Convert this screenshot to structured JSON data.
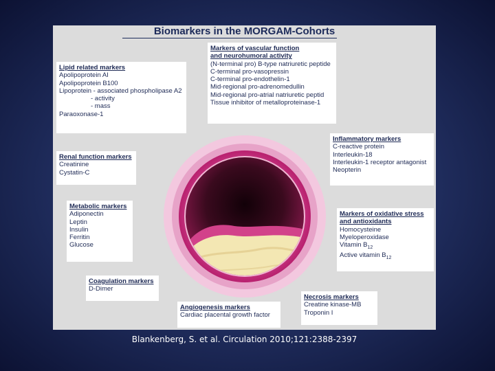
{
  "title": "Biomarkers in the MORGAM-Cohorts",
  "boxes": {
    "lipid": {
      "head": "Lipid related markers",
      "items": [
        "Apolipoprotein AI",
        "Apolipoprotein B100",
        "Lipoprotein - associated phospholipase A2",
        "- activity",
        "- mass",
        "Paraoxonase-1"
      ]
    },
    "vascular": {
      "head1": "Markers of vascular function",
      "head2": "and neurohumoral activity",
      "items": [
        "(N-terminal pro) B-type natriuretic peptide",
        "C-terminal pro-vasopressin",
        "C-terminal pro-endothelin-1",
        "Mid-regional pro-adrenomedullin",
        "Mid-regional pro-atrial natriuretic peptid",
        "Tissue inhibitor of metalloproteinase-1"
      ]
    },
    "inflammatory": {
      "head": "Inflammatory markers",
      "items": [
        "C-reactive protein",
        "Interleukin-18",
        "Interleukin-1 receptor antagonist",
        "Neopterin"
      ]
    },
    "renal": {
      "head": "Renal function markers",
      "items": [
        "Creatinine",
        "Cystatin-C"
      ]
    },
    "metabolic": {
      "head": "Metabolic markers",
      "items": [
        "Adiponectin",
        "Leptin",
        "Insulin",
        "Ferritin",
        "Glucose"
      ]
    },
    "oxidative": {
      "head1": "Markers of oxidative stress",
      "head2": "and antioxidants",
      "items": [
        "Homocysteine",
        "Myeloperoxidase"
      ],
      "vitb": "Vitamin B",
      "active_vitb": "Active vitamin B",
      "sub": "12"
    },
    "coagulation": {
      "head": "Coagulation markers",
      "items": [
        "D-Dimer"
      ]
    },
    "angiogenesis": {
      "head": "Angiogenesis markers",
      "items": [
        "Cardiac placental growth factor"
      ]
    },
    "necrosis": {
      "head": "Necrosis markers",
      "items": [
        "Creatine kinase-MB",
        "Troponin I"
      ]
    }
  },
  "caption": "Blankenberg, S. et al. Circulation 2010;121:2388-2397",
  "colors": {
    "slide_bg": "#1f2c5c",
    "panel_bg": "#dcdcdc",
    "text": "#1e2a55",
    "vessel_outer": "#f0c2dc",
    "vessel_wall": "#c72c7e",
    "lumen": "#2a0414",
    "plaque": "#f3e6b0",
    "fibrous_cap": "#d4408a"
  }
}
